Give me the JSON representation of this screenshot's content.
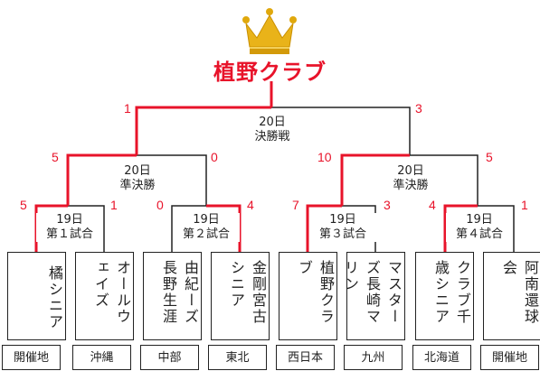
{
  "champion": "植野クラブ",
  "final": {
    "date": "20日",
    "name": "決勝戦",
    "scores": [
      "1",
      "3"
    ]
  },
  "semifinals": [
    {
      "date": "20日",
      "name": "準決勝",
      "scores": [
        "5",
        "0"
      ]
    },
    {
      "date": "20日",
      "name": "準決勝",
      "scores": [
        "10",
        "5"
      ]
    }
  ],
  "first_round": [
    {
      "date": "19日",
      "name": "第１試合",
      "scores": [
        "5",
        "1"
      ]
    },
    {
      "date": "19日",
      "name": "第２試合",
      "scores": [
        "0",
        "4"
      ]
    },
    {
      "date": "19日",
      "name": "第３試合",
      "scores": [
        "7",
        "3"
      ]
    },
    {
      "date": "19日",
      "name": "第４試合",
      "scores": [
        "4",
        "1"
      ]
    }
  ],
  "teams": [
    {
      "name": "橘シニア",
      "region": "開催地"
    },
    {
      "name": "オールウェイズ",
      "region": "沖縄"
    },
    {
      "name": "由紀ーズ長野生涯",
      "region": "中部"
    },
    {
      "name": "金剛宮古シニア",
      "region": "東北"
    },
    {
      "name": "植野クラブ",
      "region": "西日本"
    },
    {
      "name": "マスターズ長崎マリン",
      "region": "九州"
    },
    {
      "name": "クラブ千歳シニア",
      "region": "北海道"
    },
    {
      "name": "阿南還球会",
      "region": "開催地"
    }
  ],
  "colors": {
    "winner_line": "#e8132a",
    "line": "#222222",
    "crown": "#e0a80c"
  }
}
